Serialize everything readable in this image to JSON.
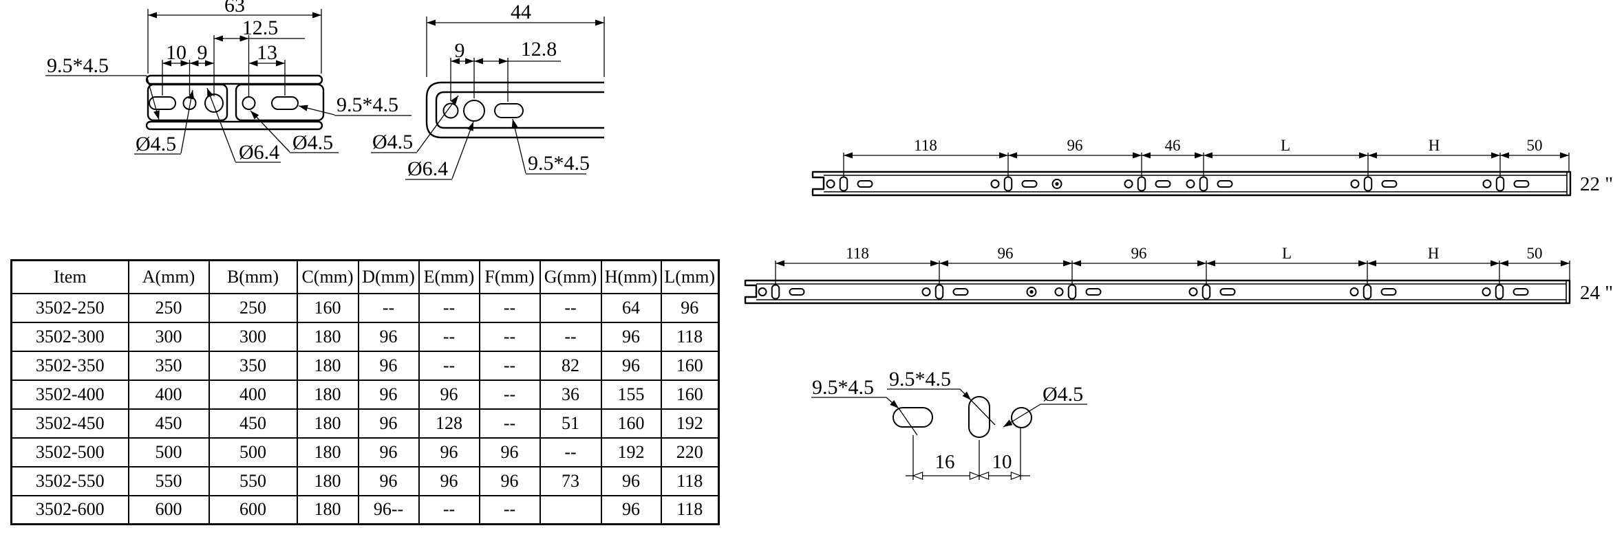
{
  "page": {
    "background": "#ffffff",
    "line_color": "#000000"
  },
  "profile_left": {
    "dim_overall": "63",
    "dim_12_5": "12.5",
    "dim_10": "10",
    "dim_9": "9",
    "dim_13": "13",
    "label_slot_left": "9.5*4.5",
    "label_slot_right": "9.5*4.5",
    "label_dia45_left": "Ø4.5",
    "label_dia64": "Ø6.4",
    "label_dia45_right": "Ø4.5"
  },
  "profile_right": {
    "dim_overall": "44",
    "dim_9": "9",
    "dim_12_8": "12.8",
    "label_dia45": "Ø4.5",
    "label_dia64": "Ø6.4",
    "label_slot": "9.5*4.5"
  },
  "slide_22": {
    "dims": [
      "118",
      "96",
      "46",
      "L",
      "H",
      "50"
    ],
    "length_label": "22 \""
  },
  "slide_24": {
    "dims": [
      "118",
      "96",
      "96",
      "L",
      "H",
      "50"
    ],
    "length_label": "24 \""
  },
  "hole_detail": {
    "label_slot_h": "9.5*4.5",
    "label_slot_v": "9.5*4.5",
    "label_circle": "Ø4.5",
    "dim_16": "16",
    "dim_10": "10"
  },
  "spec_table": {
    "headers": [
      "Item",
      "A(mm)",
      "B(mm)",
      "C(mm)",
      "D(mm)",
      "E(mm)",
      "F(mm)",
      "G(mm)",
      "H(mm)",
      "L(mm)"
    ],
    "rows": [
      [
        "3502-250",
        "250",
        "250",
        "160",
        "--",
        "--",
        "--",
        "--",
        "64",
        "96"
      ],
      [
        "3502-300",
        "300",
        "300",
        "180",
        "96",
        "--",
        "--",
        "--",
        "96",
        "118"
      ],
      [
        "3502-350",
        "350",
        "350",
        "180",
        "96",
        "--",
        "--",
        "82",
        "96",
        "160"
      ],
      [
        "3502-400",
        "400",
        "400",
        "180",
        "96",
        "96",
        "--",
        "36",
        "155",
        "160"
      ],
      [
        "3502-450",
        "450",
        "450",
        "180",
        "96",
        "128",
        "--",
        "51",
        "160",
        "192"
      ],
      [
        "3502-500",
        "500",
        "500",
        "180",
        "96",
        "96",
        "96",
        "--",
        "192",
        "220"
      ],
      [
        "3502-550",
        "550",
        "550",
        "180",
        "96",
        "96",
        "96",
        "73",
        "96",
        "118"
      ],
      [
        "3502-600",
        "600",
        "600",
        "180",
        "96--",
        "--",
        "--",
        "",
        "96",
        "118"
      ]
    ]
  }
}
